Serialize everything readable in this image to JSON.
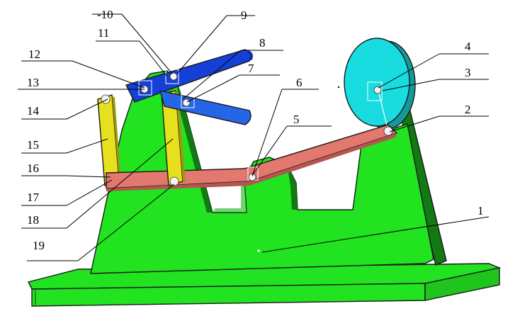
{
  "colors": {
    "frame": "#22e31f",
    "frame_dark": "#117a12",
    "crank_disc": "#18dcdf",
    "connecting_rod": "#e3786f",
    "rocker_blue": "#1440d8",
    "yellow_link": "#e6e01e"
  },
  "parts": [
    {
      "id": "p1",
      "label": "1"
    },
    {
      "id": "p2",
      "label": "2"
    },
    {
      "id": "p3",
      "label": "3"
    },
    {
      "id": "p4",
      "label": "4"
    },
    {
      "id": "p5",
      "label": "5"
    },
    {
      "id": "p6",
      "label": "6"
    },
    {
      "id": "p7",
      "label": "7"
    },
    {
      "id": "p8",
      "label": "8"
    },
    {
      "id": "p9",
      "label": "9"
    },
    {
      "id": "p10",
      "label": "-10"
    },
    {
      "id": "p11",
      "label": "11"
    },
    {
      "id": "p12",
      "label": "12"
    },
    {
      "id": "p13",
      "label": "13"
    },
    {
      "id": "p14",
      "label": "14"
    },
    {
      "id": "p15",
      "label": "15"
    },
    {
      "id": "p16",
      "label": "16"
    },
    {
      "id": "p17",
      "label": "17"
    },
    {
      "id": "p18",
      "label": "18"
    },
    {
      "id": "p19",
      "label": "19"
    }
  ]
}
